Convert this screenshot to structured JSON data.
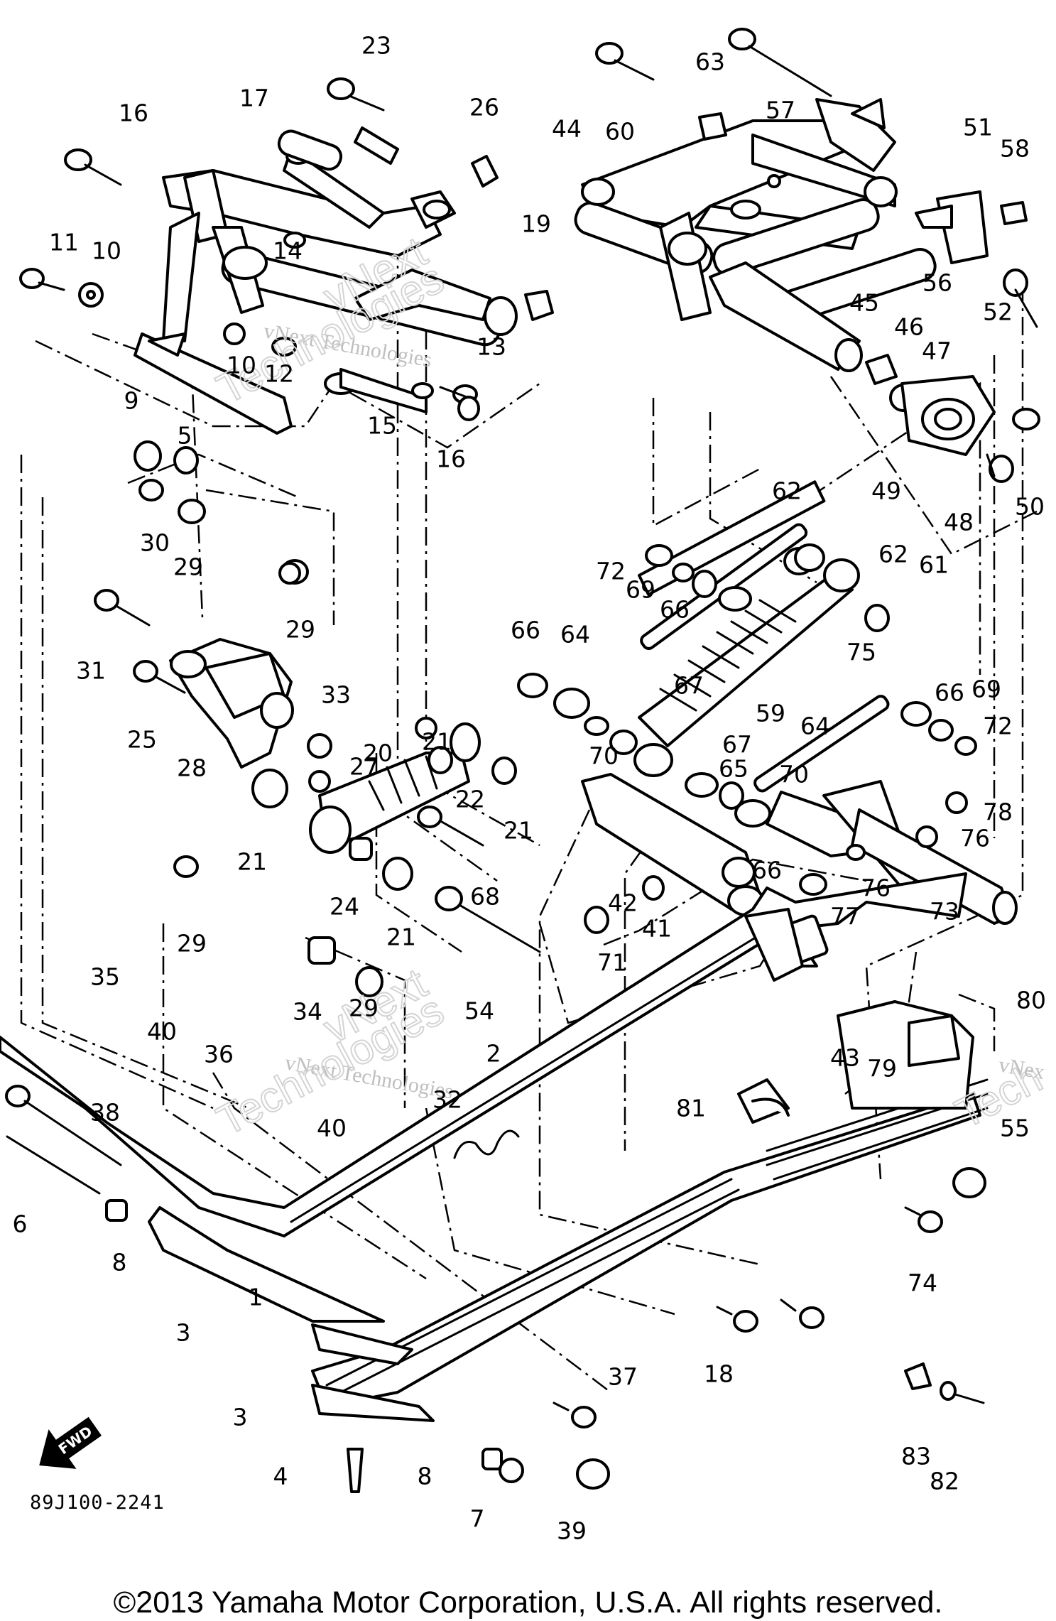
{
  "diagram": {
    "part_labels": [
      "1",
      "2",
      "3",
      "3",
      "4",
      "5",
      "6",
      "7",
      "8",
      "8",
      "9",
      "10",
      "10",
      "11",
      "12",
      "13",
      "14",
      "15",
      "16",
      "16",
      "17",
      "18",
      "19",
      "20",
      "21",
      "21",
      "21",
      "21",
      "22",
      "23",
      "24",
      "25",
      "26",
      "27",
      "28",
      "29",
      "29",
      "29",
      "29",
      "30",
      "31",
      "32",
      "33",
      "34",
      "35",
      "36",
      "37",
      "38",
      "39",
      "40",
      "40",
      "41",
      "42",
      "43",
      "44",
      "45",
      "46",
      "47",
      "48",
      "49",
      "50",
      "51",
      "52",
      "54",
      "55",
      "56",
      "57",
      "58",
      "59",
      "60",
      "61",
      "62",
      "62",
      "63",
      "64",
      "64",
      "65",
      "66",
      "66",
      "66",
      "66",
      "67",
      "67",
      "68",
      "69",
      "69",
      "70",
      "70",
      "71",
      "72",
      "72",
      "73",
      "74",
      "75",
      "76",
      "76",
      "77",
      "78",
      "79",
      "80",
      "81",
      "82",
      "83"
    ],
    "diagram_code": "89J100-2241",
    "fwd_arrow": "FWD",
    "watermarks": [
      "vNext Technologies",
      "vNext Technologies",
      "vNext",
      "vNext",
      "Technologies",
      "Technologies",
      "Tech",
      "vNex"
    ]
  },
  "footer": {
    "copyright": "©2013 Yamaha Motor Corporation, U.S.A. All rights reserved."
  }
}
